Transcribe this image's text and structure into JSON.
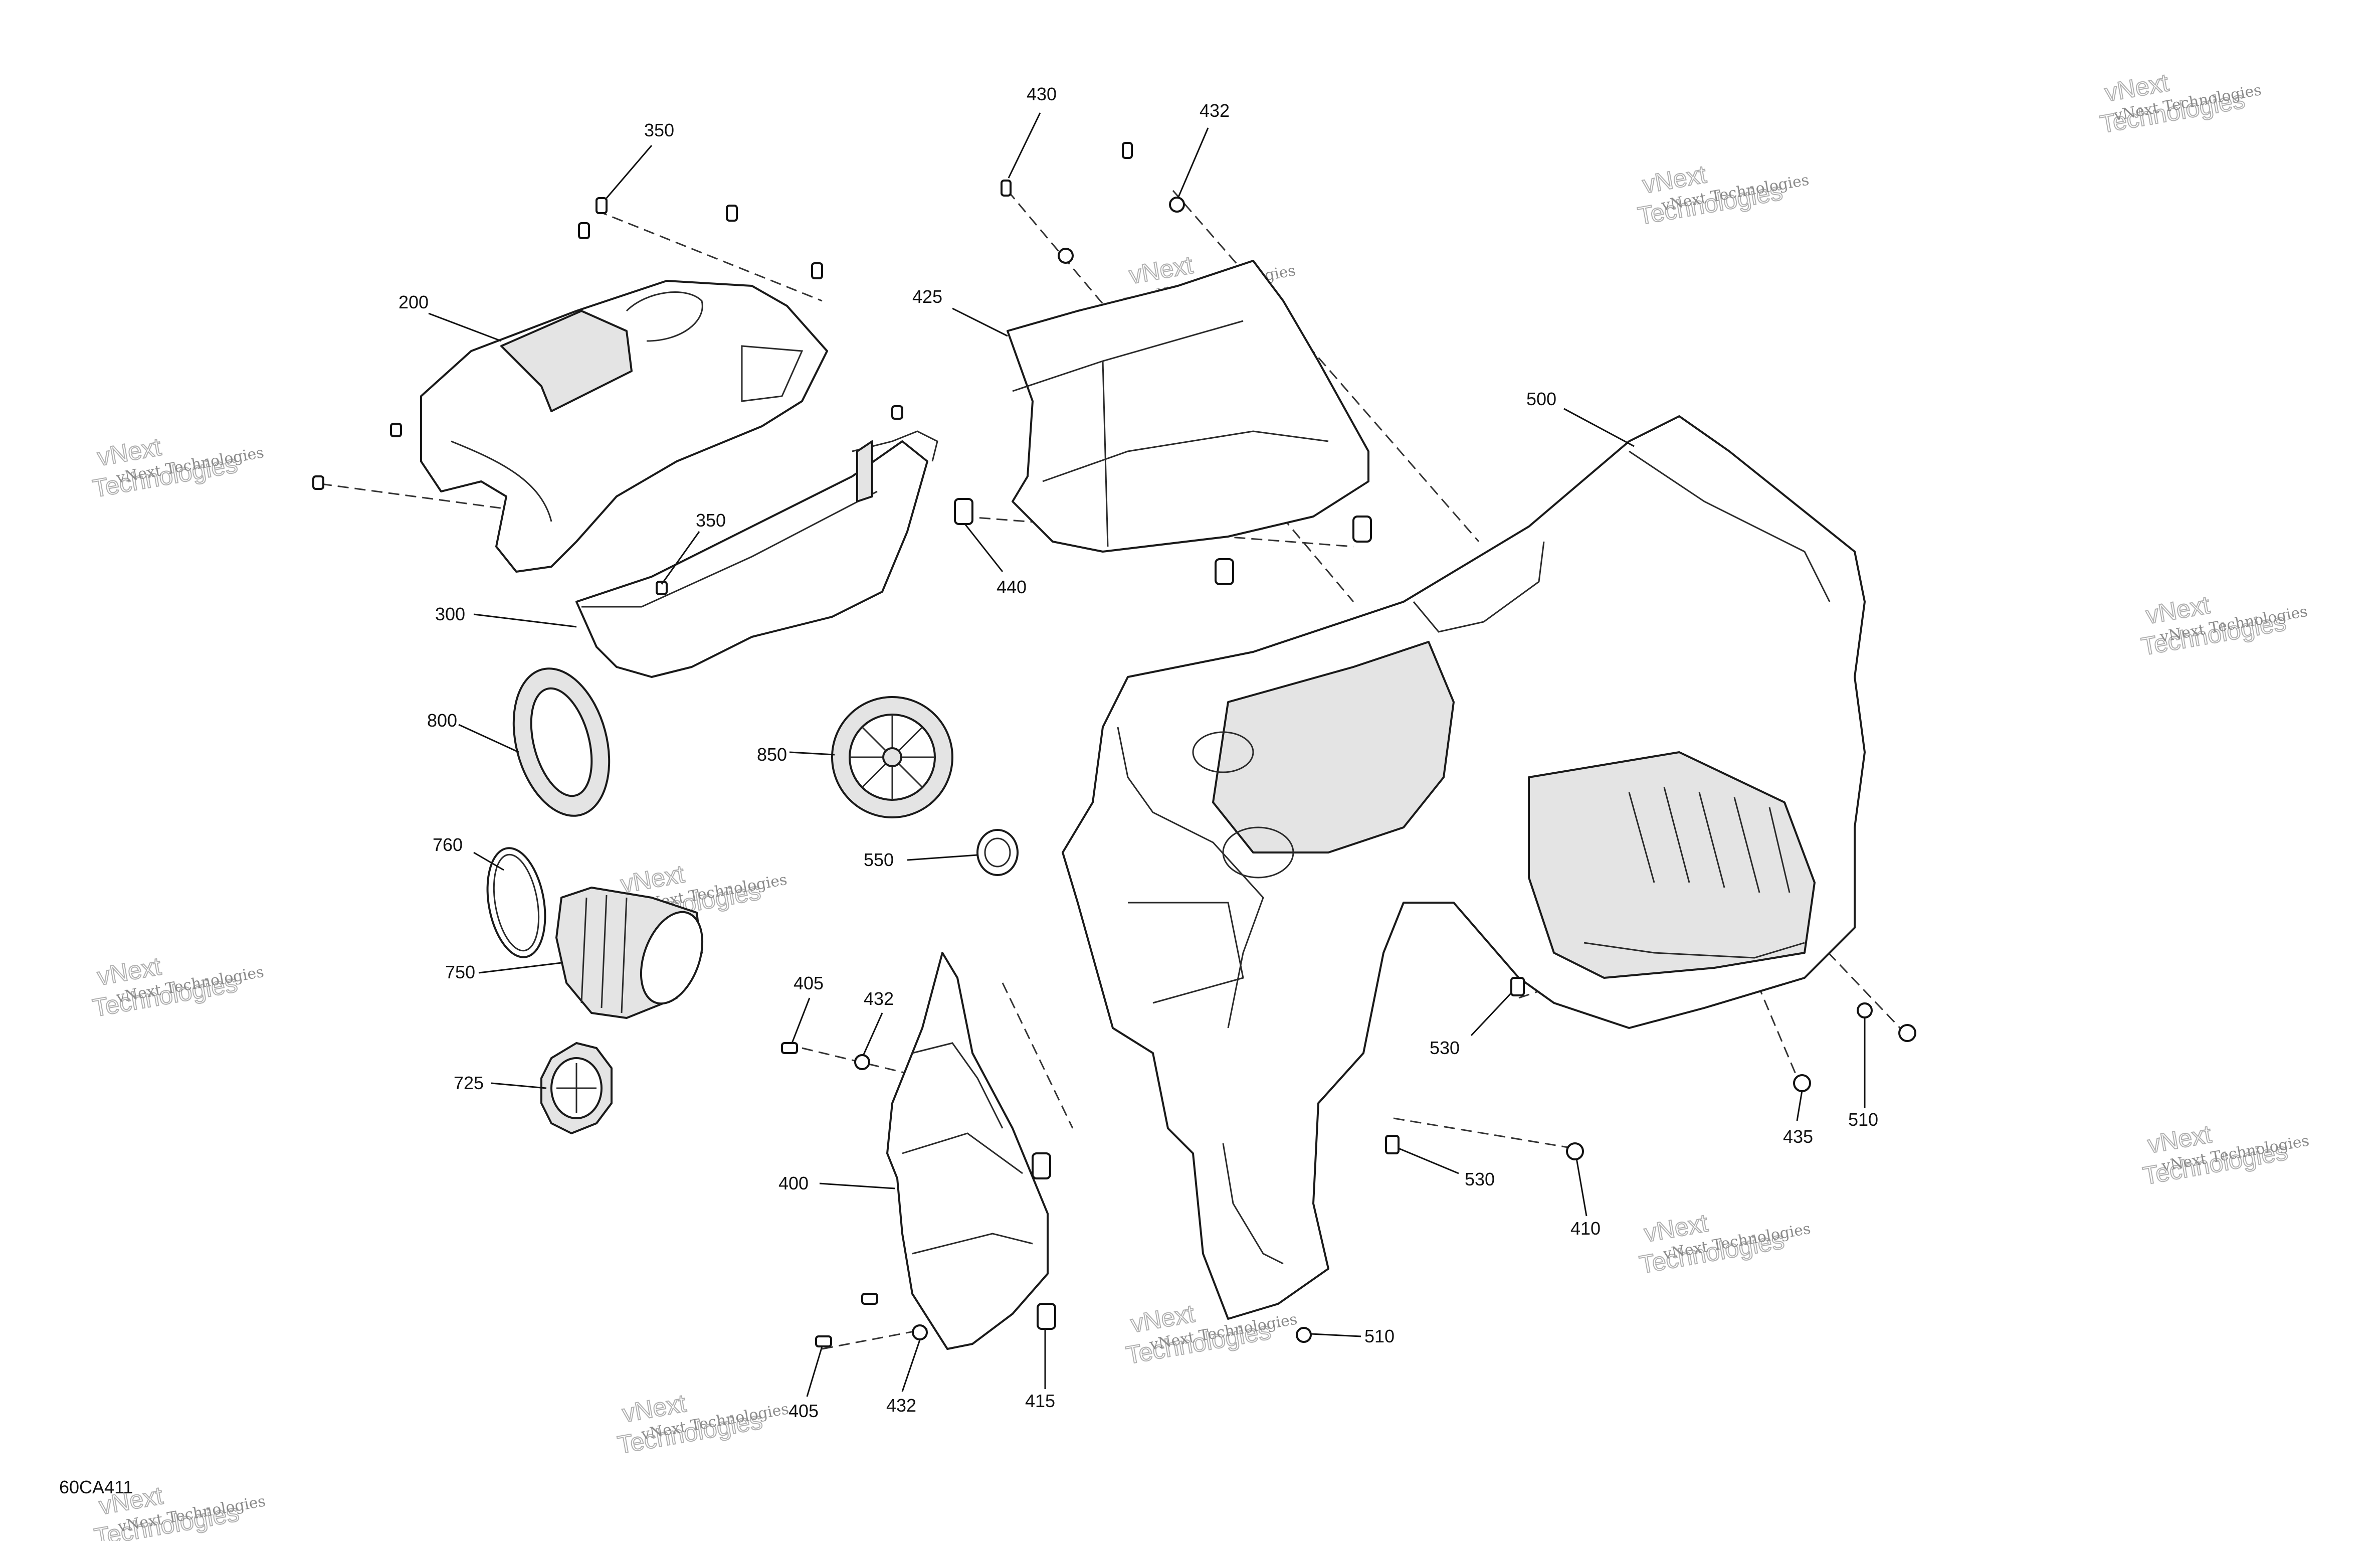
{
  "diagram_code": "60CA411",
  "watermark": {
    "line1": "vNext Technologies",
    "line2": "vNext",
    "line3": "Technologies"
  },
  "callouts": [
    {
      "id": "c430",
      "label": "430"
    },
    {
      "id": "c432a",
      "label": "432"
    },
    {
      "id": "c350a",
      "label": "350"
    },
    {
      "id": "c200",
      "label": "200"
    },
    {
      "id": "c425",
      "label": "425"
    },
    {
      "id": "c500",
      "label": "500"
    },
    {
      "id": "c350b",
      "label": "350"
    },
    {
      "id": "c440",
      "label": "440"
    },
    {
      "id": "c300",
      "label": "300"
    },
    {
      "id": "c800",
      "label": "800"
    },
    {
      "id": "c850",
      "label": "850"
    },
    {
      "id": "c550",
      "label": "550"
    },
    {
      "id": "c760",
      "label": "760"
    },
    {
      "id": "c750",
      "label": "750"
    },
    {
      "id": "c405a",
      "label": "405"
    },
    {
      "id": "c432b",
      "label": "432"
    },
    {
      "id": "c725",
      "label": "725"
    },
    {
      "id": "c530a",
      "label": "530"
    },
    {
      "id": "c435",
      "label": "435"
    },
    {
      "id": "c510a",
      "label": "510"
    },
    {
      "id": "c400",
      "label": "400"
    },
    {
      "id": "c530b",
      "label": "530"
    },
    {
      "id": "c410",
      "label": "410"
    },
    {
      "id": "c510b",
      "label": "510"
    },
    {
      "id": "c415",
      "label": "415"
    },
    {
      "id": "c405b",
      "label": "405"
    },
    {
      "id": "c432c",
      "label": "432"
    }
  ]
}
